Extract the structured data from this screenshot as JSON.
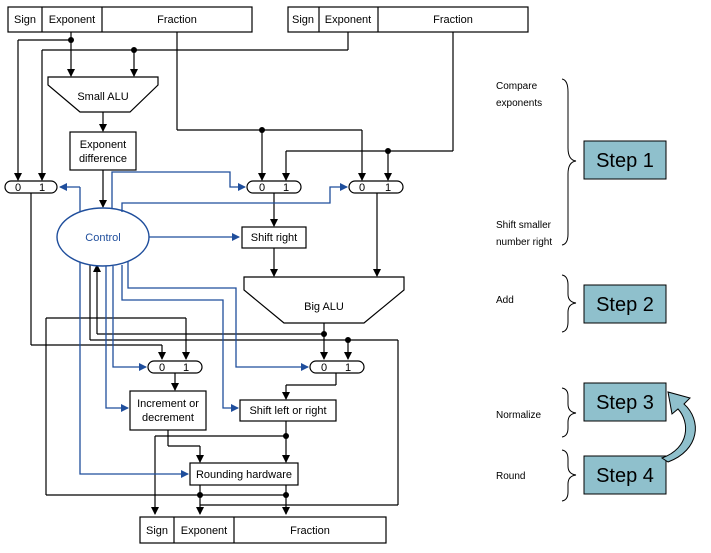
{
  "input_a": {
    "sign": "Sign",
    "exponent": "Exponent",
    "fraction": "Fraction"
  },
  "input_b": {
    "sign": "Sign",
    "exponent": "Exponent",
    "fraction": "Fraction"
  },
  "output": {
    "sign": "Sign",
    "exponent": "Exponent",
    "fraction": "Fraction"
  },
  "blocks": {
    "small_alu": "Small ALU",
    "exp_diff_1": "Exponent",
    "exp_diff_2": "difference",
    "control": "Control",
    "shift_right": "Shift right",
    "big_alu": "Big ALU",
    "inc_dec_1": "Increment or",
    "inc_dec_2": "decrement",
    "shift_lr": "Shift left or right",
    "rounding": "Rounding hardware"
  },
  "mux": {
    "zero": "0",
    "one": "1"
  },
  "side_labels": {
    "compare_1": "Compare",
    "compare_2": "exponents",
    "shift_1": "Shift smaller",
    "shift_2": "number right",
    "add": "Add",
    "normalize": "Normalize",
    "round": "Round"
  },
  "steps": {
    "step1": "Step 1",
    "step2": "Step 2",
    "step3": "Step 3",
    "step4": "Step 4"
  },
  "colors": {
    "control_blue": "#1f4e9c",
    "step_fill": "#8fc0cc"
  }
}
